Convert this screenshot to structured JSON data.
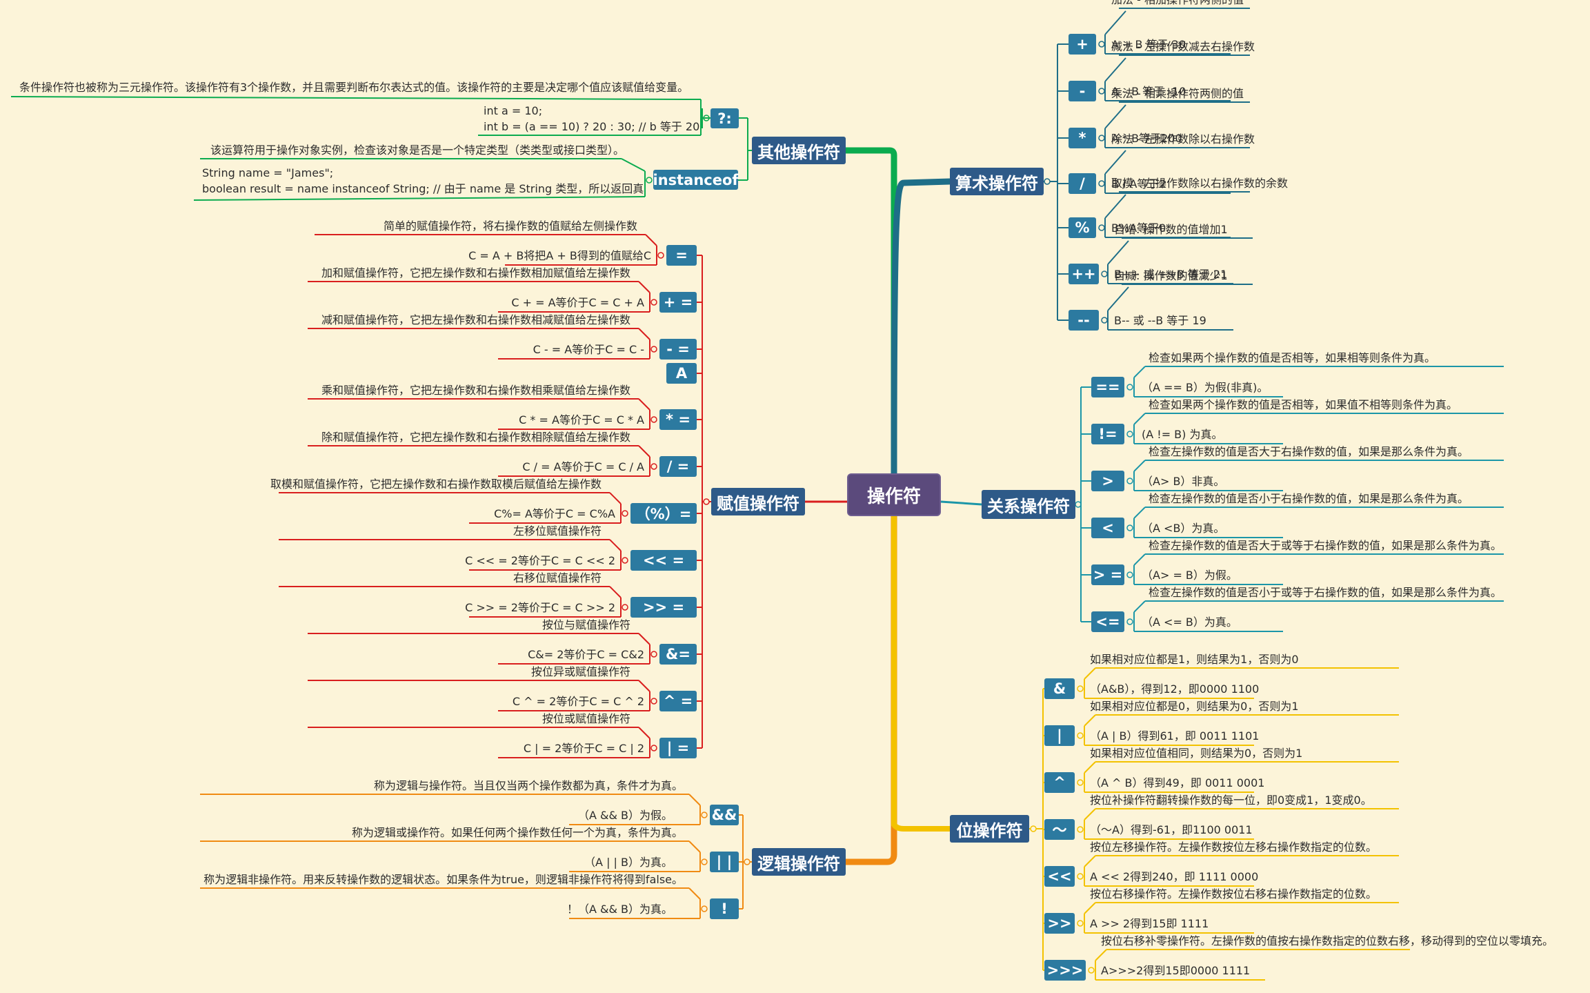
{
  "colors": {
    "background": "#fcf4d9",
    "root": "#5b4a7c",
    "category": "#2e5a88",
    "operator": "#2c7aa0",
    "arith_line": "#1e6e88",
    "relation_line": "#1b96a8",
    "bit_line": "#f3c200",
    "other_line": "#0bab4f",
    "assign_line": "#d91e1e",
    "logic_line": "#f08a12"
  },
  "root": "操作符",
  "arith": {
    "title": "算术操作符",
    "items": [
      {
        "op": "+",
        "desc": "加法 - 相加操作符两侧的值",
        "example": "A + B 等于 30"
      },
      {
        "op": "-",
        "desc": "减法 - 左操作数减去右操作数",
        "example": "A – B 等于 -10"
      },
      {
        "op": "*",
        "desc": "乘法 - 相乘操作符两侧的值",
        "example": "A * B等于200"
      },
      {
        "op": "/",
        "desc": "除法 - 左操作数除以右操作数",
        "example": "B / A等于2"
      },
      {
        "op": "%",
        "desc": "取模 - 左操作数除以右操作数的余数",
        "example": "B%A等于0"
      },
      {
        "op": "++",
        "desc": "自增: 操作数的值增加1",
        "example": "B++ 或 ++B 等于 21"
      },
      {
        "op": "--",
        "desc": "自减: 操作数的值减少1",
        "example": "B-- 或 --B 等于 19"
      }
    ]
  },
  "relation": {
    "title": "关系操作符",
    "items": [
      {
        "op": "==",
        "desc": "检查如果两个操作数的值是否相等，如果相等则条件为真。",
        "example": "（A == B）为假(非真)。"
      },
      {
        "op": "!=",
        "desc": "检查如果两个操作数的值是否相等，如果值不相等则条件为真。",
        "example": "(A != B) 为真。"
      },
      {
        "op": ">",
        "desc": "检查左操作数的值是否大于右操作数的值，如果是那么条件为真。",
        "example": "（A> B）非真。"
      },
      {
        "op": "<",
        "desc": "检查左操作数的值是否小于右操作数的值，如果是那么条件为真。",
        "example": "（A <B）为真。"
      },
      {
        "op": "> =",
        "desc": "检查左操作数的值是否大于或等于右操作数的值，如果是那么条件为真。",
        "example": "（A> = B）为假。"
      },
      {
        "op": "<=",
        "desc": "检查左操作数的值是否小于或等于右操作数的值，如果是那么条件为真。",
        "example": "（A <= B）为真。"
      }
    ]
  },
  "bit": {
    "title": "位操作符",
    "items": [
      {
        "op": "&",
        "desc": "如果相对应位都是1，则结果为1，否则为0",
        "example": "（A&B），得到12，即0000 1100"
      },
      {
        "op": "|",
        "desc": "如果相对应位都是0，则结果为0，否则为1",
        "example": "（A | B）得到61，即 0011 1101"
      },
      {
        "op": "^",
        "desc": "如果相对应位值相同，则结果为0，否则为1",
        "example": "（A ^ B）得到49，即 0011 0001"
      },
      {
        "op": "〜",
        "desc": "按位补操作符翻转操作数的每一位，即0变成1，1变成0。",
        "example": "（〜A）得到-61，即1100 0011"
      },
      {
        "op": "<<",
        "desc": "按位左移操作符。左操作数按位左移右操作数指定的位数。",
        "example": "A << 2得到240，即 1111 0000"
      },
      {
        "op": ">>",
        "desc": "按位右移操作符。左操作数按位右移右操作数指定的位数。",
        "example": "A >> 2得到15即 1111"
      },
      {
        "op": ">>>",
        "desc": "按位右移补零操作符。左操作数的值按右操作数指定的位数右移，移动得到的空位以零填充。",
        "example": "A>>>2得到15即0000 1111"
      }
    ]
  },
  "other": {
    "title": "其他操作符",
    "ternary": {
      "op": "?:",
      "desc": "条件操作符也被称为三元操作符。该操作符有3个操作数，并且需要判断布尔表达式的值。该操作符的主要是决定哪个值应该赋值给变量。",
      "code1": "int a = 10;",
      "code2": "int b = (a == 10) ? 20 : 30; // b 等于 20"
    },
    "instanceof": {
      "op": "instanceof",
      "desc": "该运算符用于操作对象实例，检查该对象是否是一个特定类型（类类型或接口类型）。",
      "code1": "String name = \"James\";",
      "code2": "boolean result = name instanceof String; // 由于 name 是 String 类型，所以返回真"
    }
  },
  "assign": {
    "title": "赋值操作符",
    "items": [
      {
        "op": "=",
        "desc": "简单的赋值操作符，将右操作数的值赋给左侧操作数",
        "example": "C = A + B将把A + B得到的值赋给C"
      },
      {
        "op": "+ =",
        "desc": "加和赋值操作符，它把左操作数和右操作数相加赋值给左操作数",
        "example": "C + = A等价于C = C + A"
      },
      {
        "op": "- =",
        "desc": "减和赋值操作符，它把左操作数和右操作数相减赋值给左操作数",
        "example": "C - = A等价于C = C -"
      },
      {
        "op": "A",
        "desc": "",
        "example": ""
      },
      {
        "op": "* =",
        "desc": "乘和赋值操作符，它把左操作数和右操作数相乘赋值给左操作数",
        "example": "C * = A等价于C = C * A"
      },
      {
        "op": "/ =",
        "desc": "除和赋值操作符，它把左操作数和右操作数相除赋值给左操作数",
        "example": "C / = A等价于C = C / A"
      },
      {
        "op": "（%）=",
        "desc": "取模和赋值操作符，它把左操作数和右操作数取模后赋值给左操作数",
        "example": "C%= A等价于C = C%A"
      },
      {
        "op": "<< =",
        "desc": "左移位赋值操作符",
        "example": "C << = 2等价于C = C << 2"
      },
      {
        "op": ">> =",
        "desc": "右移位赋值操作符",
        "example": "C >> = 2等价于C = C >> 2"
      },
      {
        "op": "&=",
        "desc": "按位与赋值操作符",
        "example": "C&= 2等价于C = C&2"
      },
      {
        "op": "^ =",
        "desc": "按位异或赋值操作符",
        "example": "C ^ = 2等价于C = C ^ 2"
      },
      {
        "op": "| =",
        "desc": "按位或赋值操作符",
        "example": "C | = 2等价于C = C | 2"
      }
    ]
  },
  "logic": {
    "title": "逻辑操作符",
    "items": [
      {
        "op": "&&",
        "desc": "称为逻辑与操作符。当且仅当两个操作数都为真，条件才为真。",
        "example": "（A && B）为假。"
      },
      {
        "op": "| |",
        "desc": "称为逻辑或操作符。如果任何两个操作数任何一个为真，条件为真。",
        "example": "（A | | B）为真。"
      },
      {
        "op": "!",
        "desc": "称为逻辑非操作符。用来反转操作数的逻辑状态。如果条件为true，则逻辑非操作符将得到false。",
        "example": "！（A && B）为真。"
      }
    ]
  }
}
